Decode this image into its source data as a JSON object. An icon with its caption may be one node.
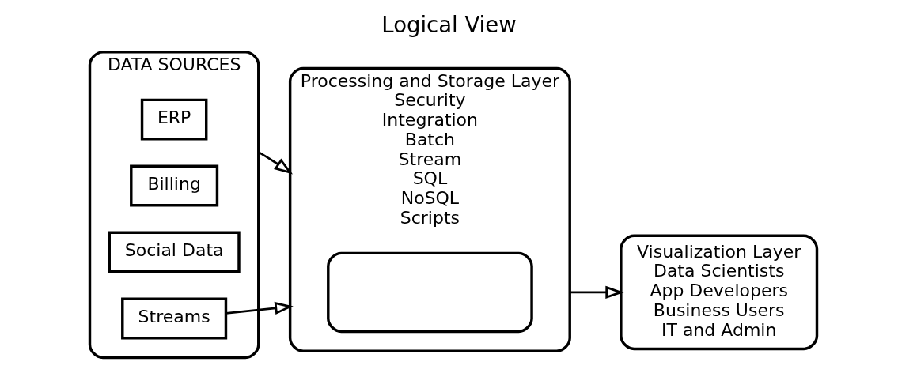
{
  "diagram": {
    "title": "Logical View",
    "nodes": [
      {
        "text": [
          "DATA SOURCES"
        ]
      },
      {
        "text": [
          "ERP"
        ],
        "in": 0
      },
      {
        "text": [
          "Billing"
        ],
        "in": 0
      },
      {
        "text": [
          "Social Data"
        ],
        "in": 0
      },
      {
        "text": [
          "Streams"
        ],
        "in": 0
      },
      {
        "text": [
          "Processing and Storage Layer",
          "Security",
          "Integration",
          "Batch",
          "Stream",
          "SQL",
          "NoSQL",
          "Scripts"
        ]
      },
      {
        "text": [],
        "shape": "box",
        "in": 5
      },
      {
        "text": [
          "Visualization Layer",
          "Data Scientists",
          "App Developers",
          "Business Users",
          "IT and Admin"
        ]
      }
    ],
    "edges": [
      {
        "from": 0,
        "to": 5,
        "arrow": "to"
      },
      {
        "from": 5,
        "to": 7,
        "arrow": "to"
      },
      {
        "from": 4,
        "to": 5,
        "arrow": "to"
      }
    ]
  }
}
